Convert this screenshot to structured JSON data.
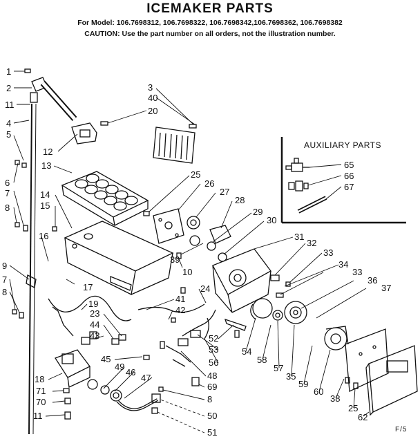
{
  "header": {
    "title": "ICEMAKER PARTS",
    "models": "For Model: 106.7698312, 106.7698322, 106.7698342,106.7698362, 106.7698382",
    "caution": "CAUTION: Use the part number on all orders, not the illustration number."
  },
  "auxiliary": {
    "title": "AUXILIARY PARTS"
  },
  "footer": {
    "code": "F/5"
  },
  "callouts": {
    "c1": "1",
    "c2": "2",
    "c11a": "11",
    "c4": "4",
    "c5": "5",
    "c6": "6",
    "c7a": "7",
    "c8a": "8",
    "c3": "3",
    "c40": "40",
    "c20": "20",
    "c12": "12",
    "c13": "13",
    "c25a": "25",
    "c26": "26",
    "c27": "27",
    "c28": "28",
    "c29": "29",
    "c30": "30",
    "c14": "14",
    "c15": "15",
    "c16": "16",
    "c39": "39",
    "c10": "10",
    "c31": "31",
    "c32": "32",
    "c33a": "33",
    "c33b": "33",
    "c34": "34",
    "c36": "36",
    "c37": "37",
    "c9": "9",
    "c17": "17",
    "c7b": "7",
    "c8b": "8",
    "c19": "19",
    "c41": "41",
    "c42": "42",
    "c24": "24",
    "c23": "23",
    "c44": "44",
    "c43": "43",
    "c45": "45",
    "c49": "49",
    "c46": "46",
    "c47": "47",
    "c48": "48",
    "c52": "52",
    "c53": "53",
    "c56": "56",
    "c54": "54",
    "c58": "58",
    "c57": "57",
    "c35": "35",
    "c59": "59",
    "c60": "60",
    "c38": "38",
    "c25b": "25",
    "c62": "62",
    "c18": "18",
    "c71": "71",
    "c70": "70",
    "c11b": "11",
    "c69": "69",
    "c8c": "8",
    "c50": "50",
    "c51": "51",
    "c65": "65",
    "c66": "66",
    "c67": "67"
  }
}
